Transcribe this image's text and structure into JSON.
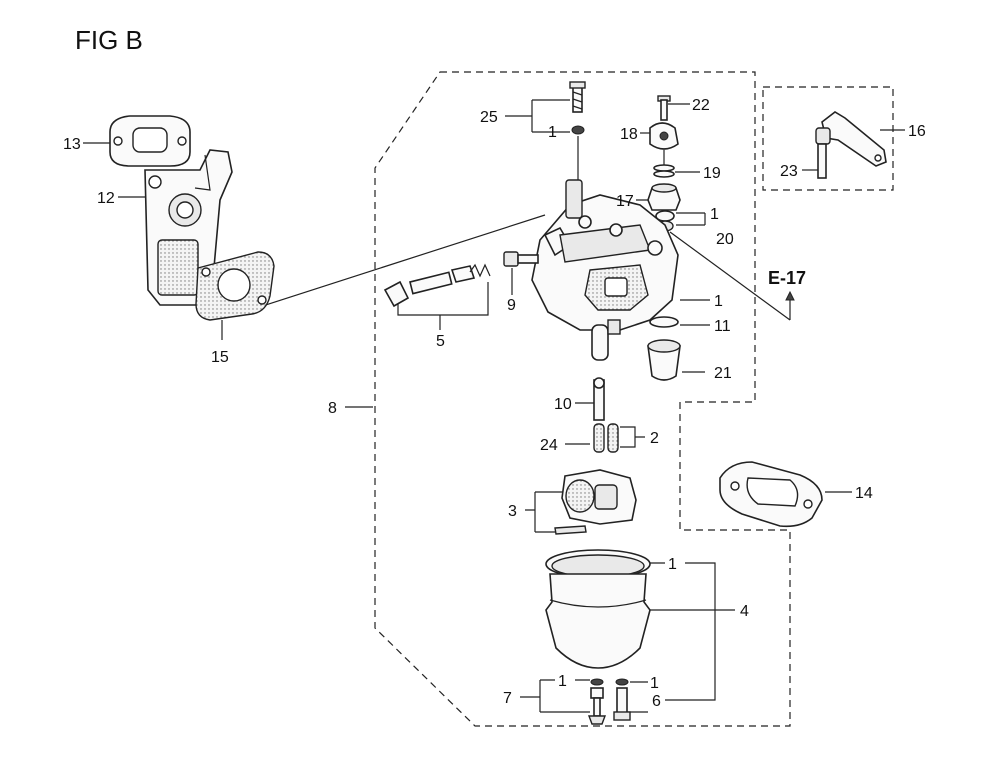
{
  "figure": {
    "title": "FIG B"
  },
  "callouts": [
    {
      "id": "c25",
      "text": "25"
    },
    {
      "id": "c1a",
      "text": "1"
    },
    {
      "id": "c22",
      "text": "22"
    },
    {
      "id": "c18",
      "text": "18"
    },
    {
      "id": "c19",
      "text": "19"
    },
    {
      "id": "c17",
      "text": "17"
    },
    {
      "id": "c1b",
      "text": "1"
    },
    {
      "id": "c20",
      "text": "20"
    },
    {
      "id": "c16",
      "text": "16"
    },
    {
      "id": "c23",
      "text": "23"
    },
    {
      "id": "c13",
      "text": "13"
    },
    {
      "id": "c12",
      "text": "12"
    },
    {
      "id": "c15",
      "text": "15"
    },
    {
      "id": "c5",
      "text": "5"
    },
    {
      "id": "c9",
      "text": "9"
    },
    {
      "id": "c1c",
      "text": "1"
    },
    {
      "id": "c11",
      "text": "11"
    },
    {
      "id": "c21",
      "text": "21"
    },
    {
      "id": "c8",
      "text": "8"
    },
    {
      "id": "c10",
      "text": "10"
    },
    {
      "id": "c24",
      "text": "24"
    },
    {
      "id": "c2",
      "text": "2"
    },
    {
      "id": "c3",
      "text": "3"
    },
    {
      "id": "c14",
      "text": "14"
    },
    {
      "id": "c1d",
      "text": "1"
    },
    {
      "id": "c4",
      "text": "4"
    },
    {
      "id": "c7",
      "text": "7"
    },
    {
      "id": "c1e",
      "text": "1"
    },
    {
      "id": "c1f",
      "text": "1"
    },
    {
      "id": "c6",
      "text": "6"
    }
  ],
  "reference": {
    "text": "E-17"
  }
}
